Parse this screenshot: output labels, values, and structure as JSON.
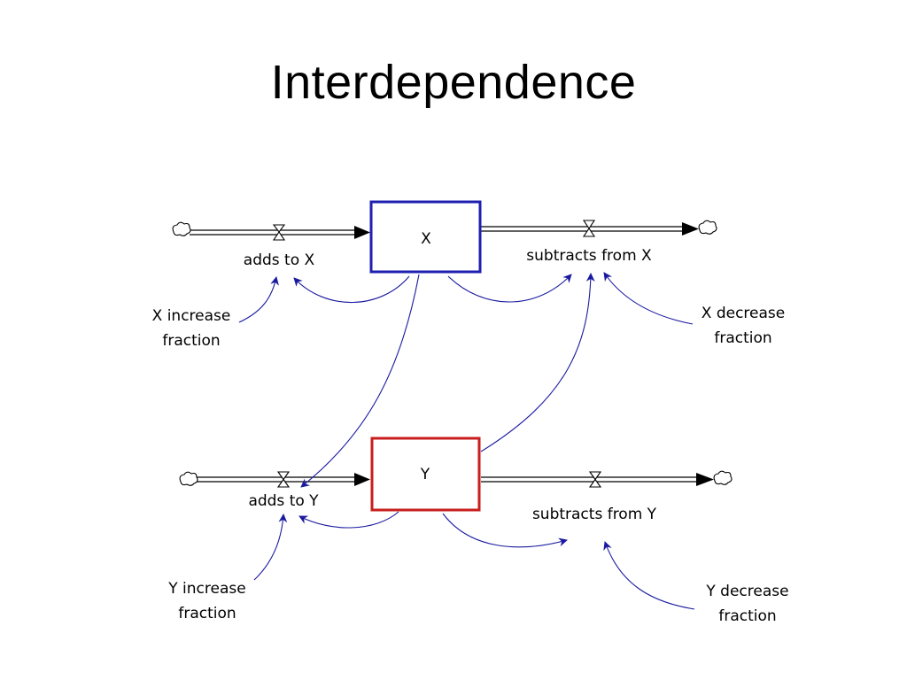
{
  "title": "Interdependence",
  "stocks": {
    "x": {
      "label": "X",
      "color": "#1f1fb0"
    },
    "y": {
      "label": "Y",
      "color": "#c81e1e"
    }
  },
  "flows": {
    "adds_to_x": "adds to X",
    "subtracts_from_x": "subtracts from X",
    "adds_to_y": "adds to Y",
    "subtracts_from_y": "subtracts from Y"
  },
  "auxiliaries": {
    "x_increase": [
      "X increase",
      "fraction"
    ],
    "x_decrease": [
      "X decrease",
      "fraction"
    ],
    "y_increase": [
      "Y increase",
      "fraction"
    ],
    "y_decrease": [
      "Y decrease",
      "fraction"
    ]
  },
  "link_color": "#1a1aa0"
}
